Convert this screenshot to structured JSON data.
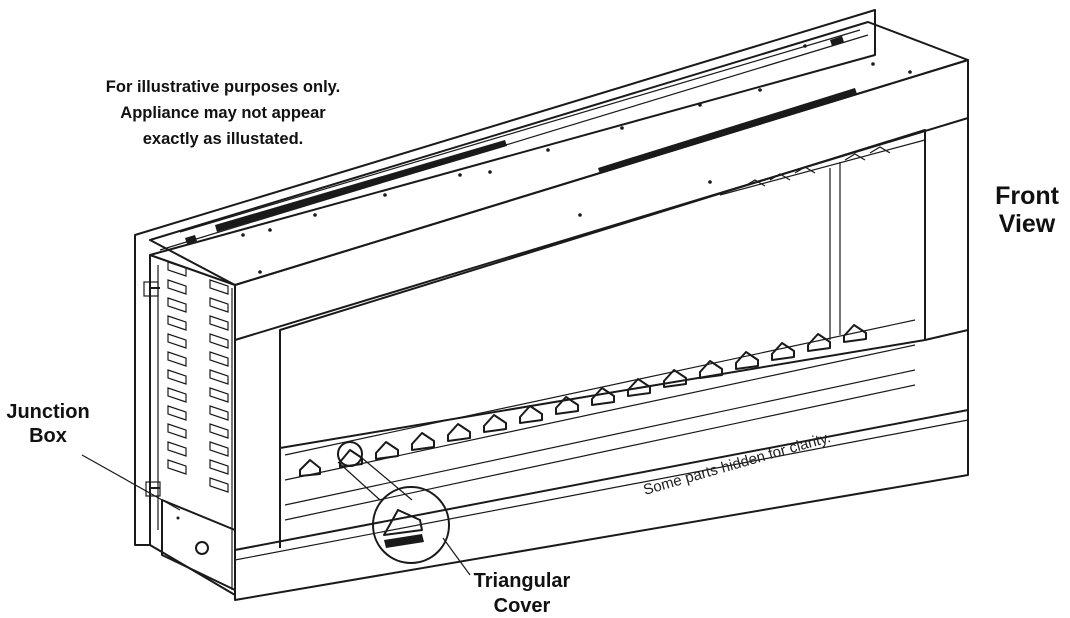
{
  "notes": {
    "disclaimer_lines": [
      "For illustrative purposes only.",
      "Appliance may not appear",
      "exactly as illustated."
    ],
    "hidden_parts": "Some parts hidden for clarity."
  },
  "labels": {
    "front_view_lines": [
      "Front",
      "View"
    ],
    "junction_box_lines": [
      "Junction",
      "Box"
    ],
    "triangular_cover_lines": [
      "Triangular",
      "Cover"
    ]
  },
  "colors": {
    "line": "#1a1a1a",
    "panel": "#ffffff",
    "background": "#ffffff"
  }
}
